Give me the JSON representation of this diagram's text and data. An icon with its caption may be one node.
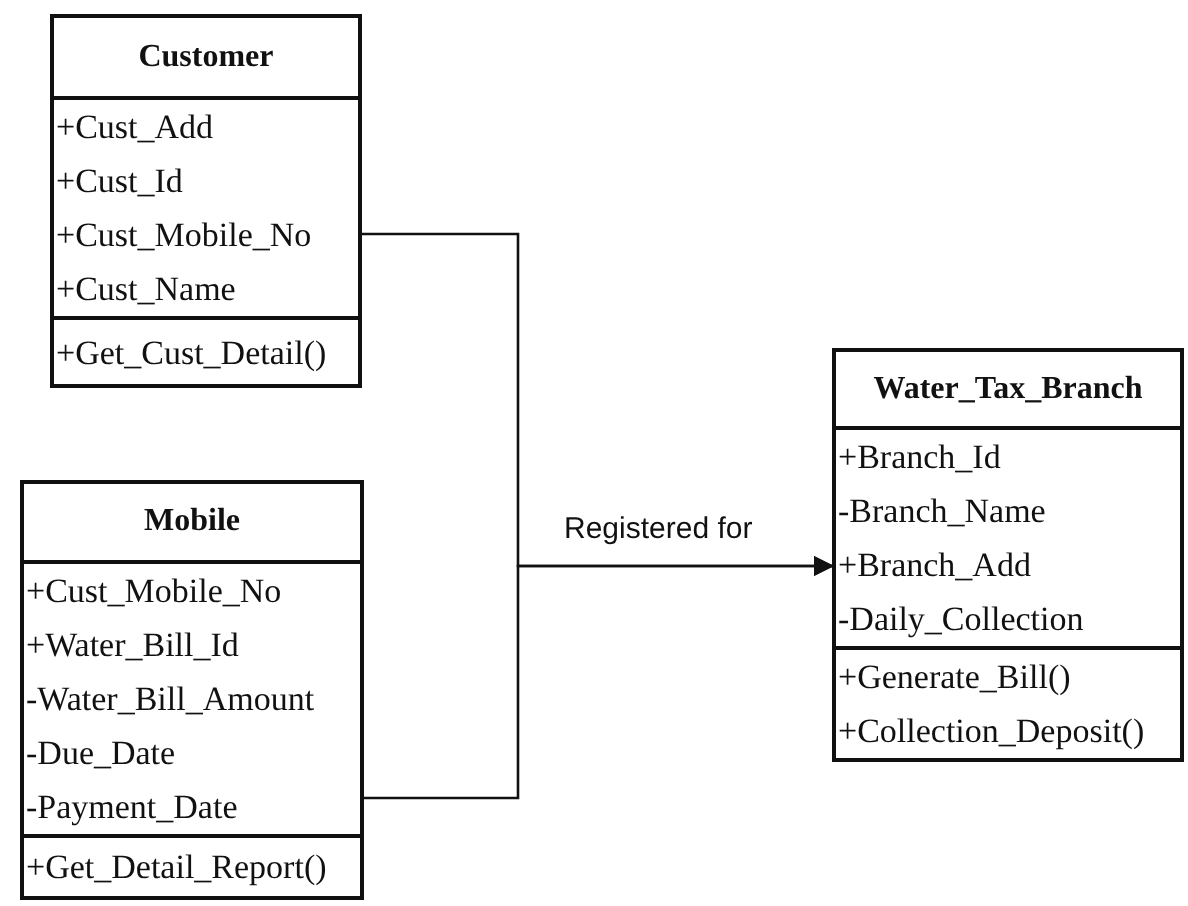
{
  "diagram": {
    "nodes": [
      {
        "text": [
          "Customer"
        ]
      },
      {
        "text": [
          "+Cust_Add",
          "+Cust_Id",
          "+Cust_Mobile_No",
          "+Cust_Name"
        ],
        "in": 0
      },
      {
        "text": [
          "+Get_Cust_Detail()"
        ],
        "in": 0
      },
      {
        "text": [
          "Water_Tax_Branch"
        ]
      },
      {
        "text": [
          "+Branch_Id",
          "-Branch_Name",
          "+Branch_Add",
          "-Daily_Collection"
        ],
        "in": 3
      },
      {
        "text": [
          "+Generate_Bill()",
          "+Collection_Deposit()"
        ],
        "in": 3
      },
      {
        "text": [
          "Mobile"
        ]
      },
      {
        "text": [
          "+Cust_Mobile_No",
          "+Water_Bill_Id",
          "-Water_Bill_Amount",
          "-Due_Date",
          "-Payment_Date"
        ],
        "in": 6
      },
      {
        "text": [
          "+Get_Detail_Report()"
        ],
        "in": 6
      }
    ],
    "edges": [
      {
        "from": 0,
        "to": 3,
        "arrow": "to",
        "label": "Registered for"
      },
      {
        "from": 6,
        "to": 3,
        "arrow": "to"
      }
    ]
  }
}
